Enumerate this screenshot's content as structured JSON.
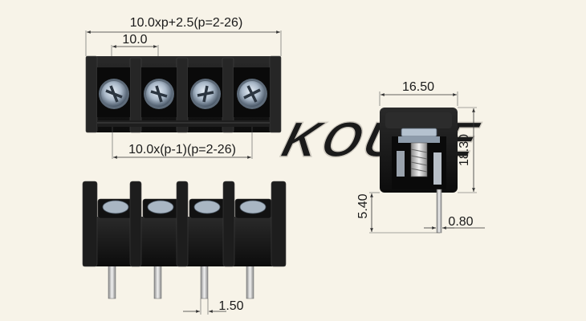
{
  "dimensions": {
    "overall_length": "10.0xp+2.5(p=2-26)",
    "pitch": "10.0",
    "pin_span": "10.0x(p-1)(p=2-26)",
    "body_width": "16.50",
    "body_height": "18.30",
    "pin_length": "5.40",
    "pin_thickness": "0.80",
    "pin_width": "1.50"
  },
  "watermark": "KOUKE",
  "colors": {
    "background": "#f7f3e8",
    "housing": "#141414",
    "housing_highlight": "#3a3a3a",
    "screw": "#b9c6d4",
    "pin": "#c8c8c8"
  },
  "icons": [
    "screw-icon",
    "pin-icon"
  ]
}
